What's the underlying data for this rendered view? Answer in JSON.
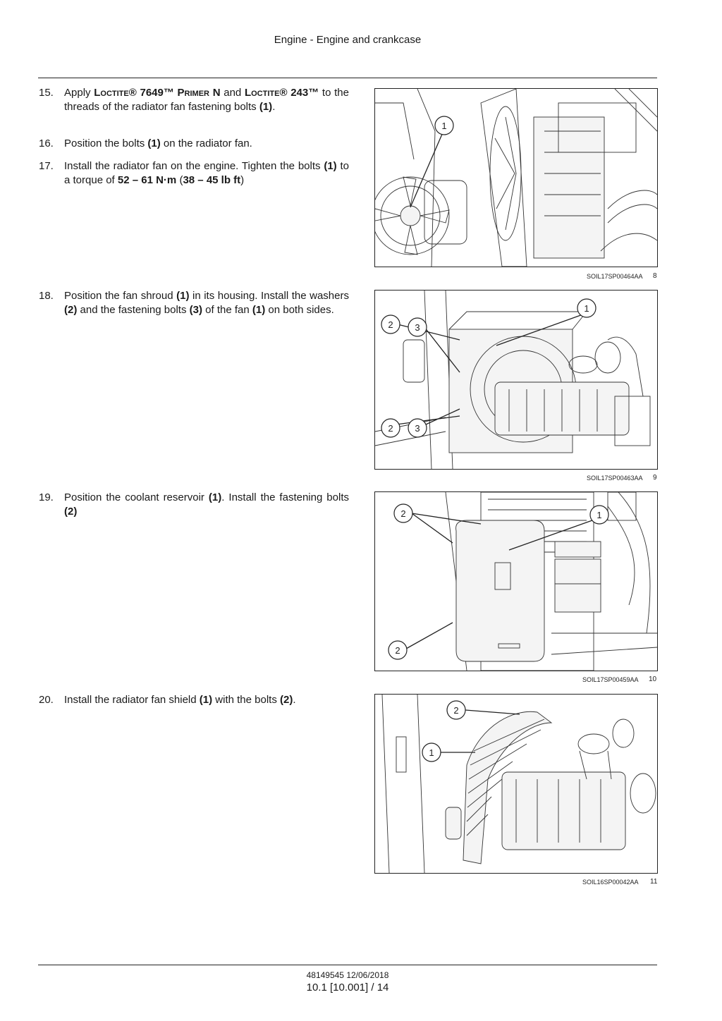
{
  "header": {
    "title": "Engine - Engine and crankcase"
  },
  "steps": [
    {
      "num": "15.",
      "pre": "Apply ",
      "product1": "Loctite® 7649™ Primer N",
      "mid": " and ",
      "product2": "Loctite® 243™",
      "post": " to the threads of the radiator fan fastening bolts ",
      "ref": "(1)",
      "end": "."
    },
    {
      "num": "16.",
      "pre": "Position the bolts ",
      "ref": "(1)",
      "post": " on the radiator fan."
    },
    {
      "num": "17.",
      "pre": "Install the radiator fan on the engine. Tighten the bolts ",
      "ref": "(1)",
      "mid": " to a torque of ",
      "torque": "52 – 61 N·m",
      "paren_open": " (",
      "torque_imp": "38 – 45 lb ft",
      "paren_close": ")"
    },
    {
      "num": "18.",
      "pre": "Position the fan shroud ",
      "ref1": "(1)",
      "mid1": " in its housing. Install the washers ",
      "ref2": "(2)",
      "mid2": " and the fastening bolts ",
      "ref3": "(3)",
      "mid3": " of the fan ",
      "ref4": "(1)",
      "post": " on both sides."
    },
    {
      "num": "19.",
      "pre": "Position the coolant reservoir ",
      "ref1": "(1)",
      "mid": ". Install the fastening bolts ",
      "ref2": "(2)"
    },
    {
      "num": "20.",
      "pre": "Install the radiator fan shield ",
      "ref1": "(1)",
      "mid": " with the bolts ",
      "ref2": "(2)",
      "end": "."
    }
  ],
  "figures": [
    {
      "code": "SOIL17SP00464AA",
      "number": "8",
      "callouts": [
        "1"
      ]
    },
    {
      "code": "SOIL17SP00463AA",
      "number": "9",
      "callouts": [
        "1",
        "2",
        "3",
        "2",
        "3"
      ]
    },
    {
      "code": "SOIL17SP00459AA",
      "number": "10",
      "callouts": [
        "2",
        "1",
        "2"
      ]
    },
    {
      "code": "SOIL16SP00042AA",
      "number": "11",
      "callouts": [
        "2",
        "1"
      ]
    }
  ],
  "footer": {
    "doc_id": "48149545 12/06/2018",
    "page": "10.1 [10.001] / 14"
  }
}
